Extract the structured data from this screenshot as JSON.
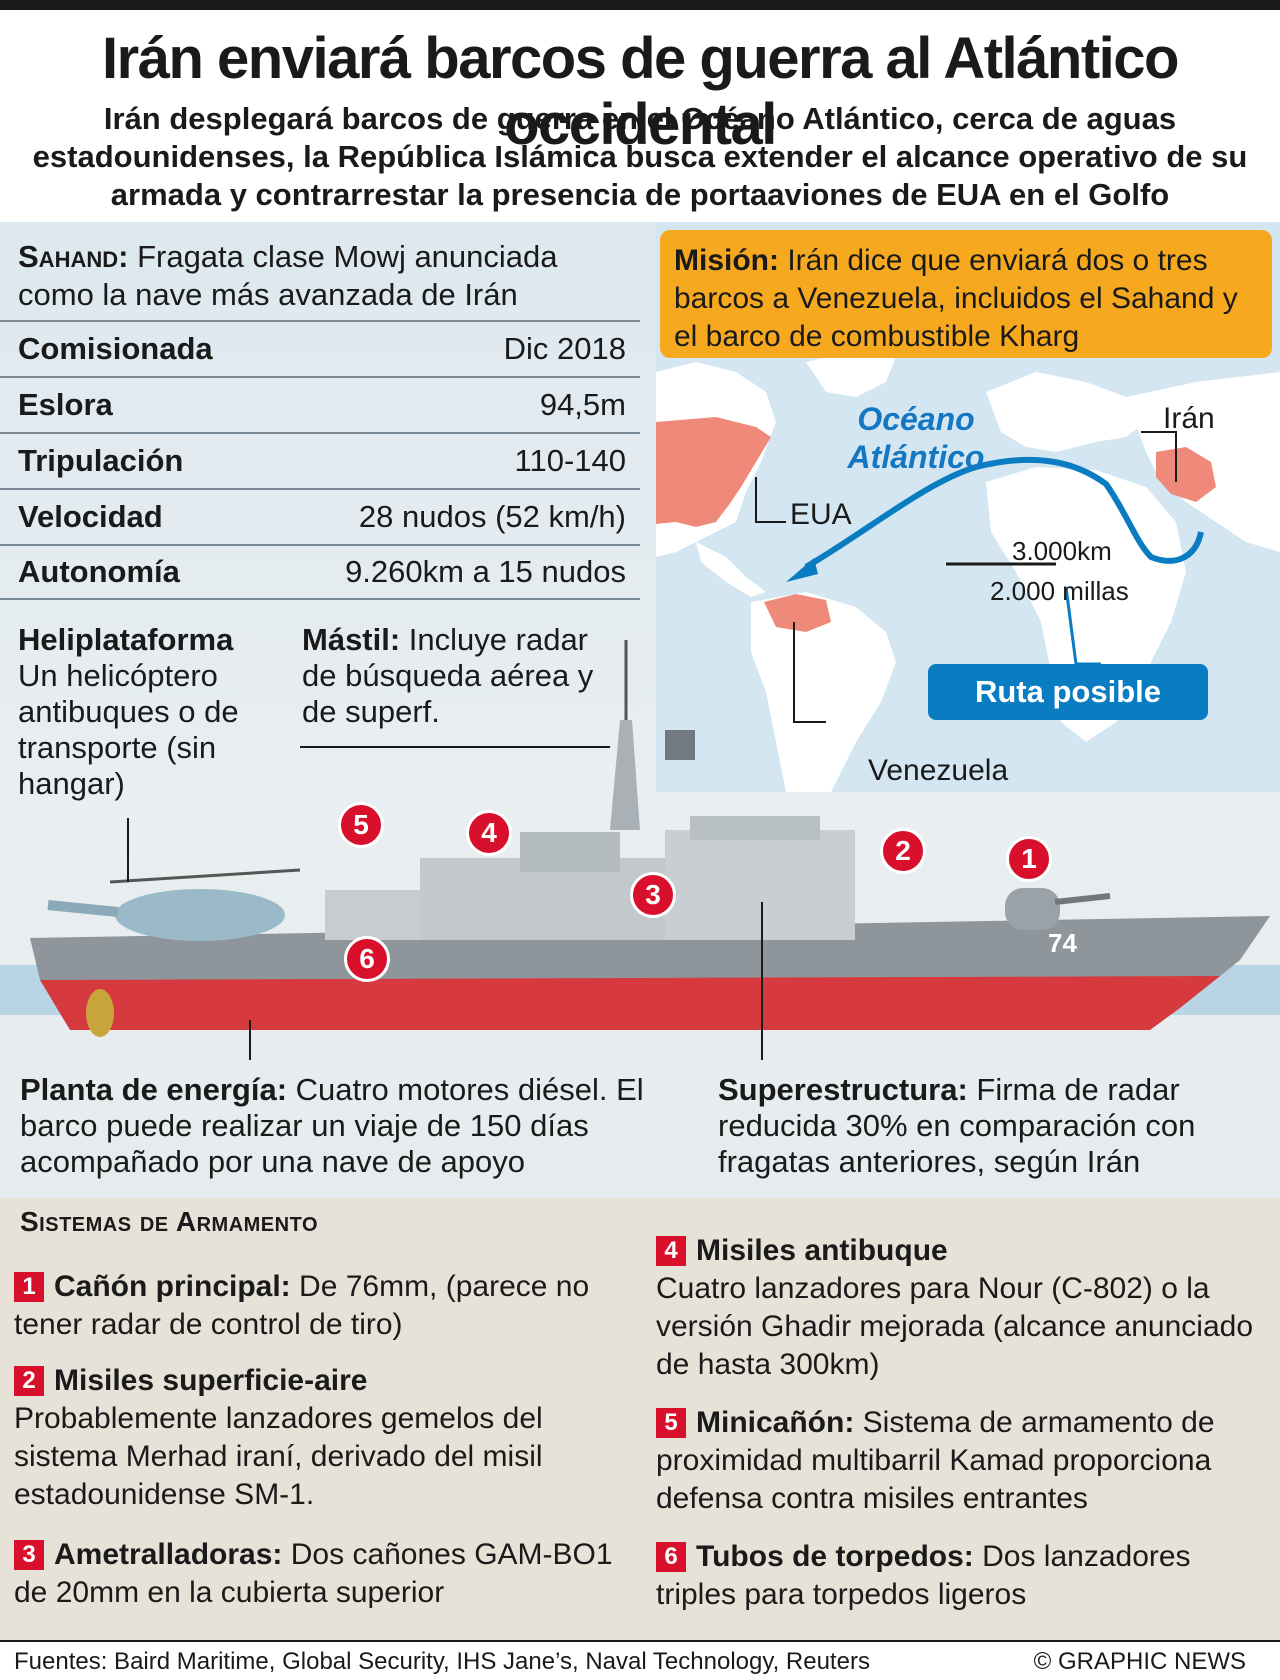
{
  "header": {
    "title": "Irán enviará barcos de guerra al Atlántico occidental",
    "standfirst": "Irán desplegará barcos de guerra en el Océano Atlántico, cerca de aguas estadounidenses, la República Islámica busca extender el alcance operativo de su armada y contrarrestar la presencia de portaaviones de EUA en el Golfo"
  },
  "ship": {
    "name": "Sahand:",
    "intro": " Fragata clase Mowj anunciada como la nave más avanzada de Irán",
    "hull_number": "74",
    "specs": [
      {
        "key": "Comisionada",
        "value": "Dic 2018"
      },
      {
        "key": "Eslora",
        "value": "94,5m"
      },
      {
        "key": "Tripulación",
        "value": "110-140"
      },
      {
        "key": "Velocidad",
        "value": "28 nudos (52 km/h)"
      },
      {
        "key": "Autonomía",
        "value": "9.260km a 15 nudos"
      }
    ]
  },
  "mission": {
    "label": "Misión:",
    "text": " Irán dice que enviará dos o tres barcos a Venezuela, incluidos el Sahand y el barco de combustible Kharg"
  },
  "map": {
    "ocean": "Océano Atlántico",
    "usa": "EUA",
    "iran": "Irán",
    "venezuela": "Venezuela",
    "distance_km": "3.000km",
    "distance_mi": "2.000 millas",
    "route": "Ruta posible",
    "colors": {
      "sea": "#d3e6f2",
      "land": "#ffffff",
      "highlight": "#ef8a7a",
      "route": "#0a7cc2"
    }
  },
  "callouts": {
    "heli_title": "Heliplataforma",
    "heli_text": "Un helicóptero antibuques o de transporte (sin hangar)",
    "mast_title": "Mástil:",
    "mast_text": " Incluye radar de búsqueda aérea y de superf.",
    "power_title": "Planta de energía:",
    "power_text": " Cuatro motores diésel. El barco puede realizar un viaje de 150 días acompañado por una nave de apoyo",
    "super_title": "Superestructura:",
    "super_text": " Firma de radar reducida 30% en comparación con fragatas anteriores, según Irán"
  },
  "weapons": {
    "title": "Sistemas de Armamento",
    "items": [
      {
        "n": "1",
        "title": "Cañón principal:",
        "text": " De 76mm, (parece no tener radar de control de tiro)"
      },
      {
        "n": "2",
        "title": "Misiles superficie-aire",
        "text": "Probablemente lanzadores gemelos del sistema Merhad iraní, derivado del misil estadounidense SM-1."
      },
      {
        "n": "3",
        "title": "Ametralladoras:",
        "text": " Dos cañones GAM-BO1 de 20mm en la cubierta superior"
      },
      {
        "n": "4",
        "title": "Misiles antibuque",
        "text": "Cuatro lanzadores para Nour (C-802) o la versión Ghadir mejorada (alcance anunciado de hasta 300km)"
      },
      {
        "n": "5",
        "title": "Minicañón:",
        "text": " Sistema de armamento de proximidad multibarril Kamad proporciona defensa contra misiles entrantes"
      },
      {
        "n": "6",
        "title": "Tubos de torpedos:",
        "text": " Dos lanzadores triples para torpedos ligeros"
      }
    ],
    "accent": "#d8102b"
  },
  "footer": {
    "sources": "Fuentes: Baird Maritime, Global Security, IHS Jane’s, Naval Technology, Reuters",
    "copyright": "© GRAPHIC NEWS"
  }
}
